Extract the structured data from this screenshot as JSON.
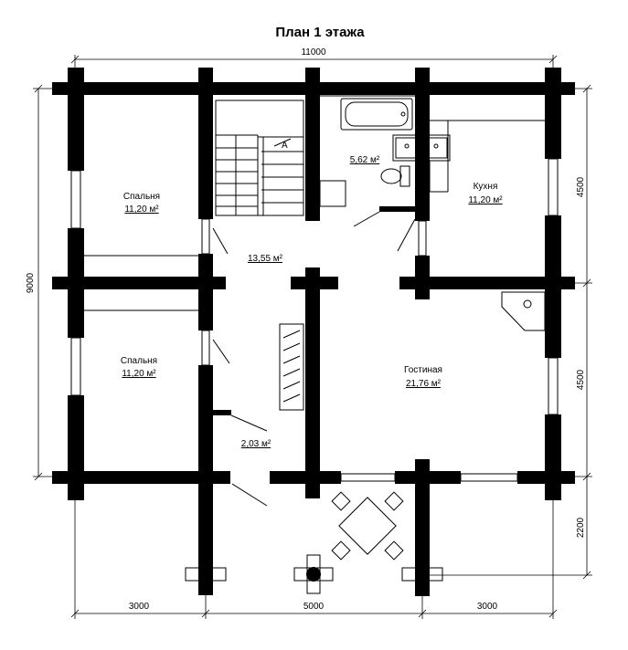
{
  "title": "План 1 этажа",
  "dimensions": {
    "top_total": "11000",
    "left_total": "9000",
    "right_upper": "4500",
    "right_lower": "4500",
    "right_porch": "2200",
    "bottom_left": "3000",
    "bottom_middle": "5000",
    "bottom_right": "3000"
  },
  "rooms": {
    "bedroom_top": {
      "name": "Спальня",
      "area": "11,20 м²"
    },
    "bedroom_bottom": {
      "name": "Спальня",
      "area": "11,20 м²"
    },
    "hall": {
      "area": "13,55 м²"
    },
    "bathroom": {
      "area": "5,62 м²"
    },
    "kitchen": {
      "name": "Кухня",
      "area": "11,20 м²"
    },
    "living": {
      "name": "Гостиная",
      "area": "21,76 м²"
    },
    "closet": {
      "area": "2,03 м²"
    }
  },
  "stairs_marker": "A"
}
